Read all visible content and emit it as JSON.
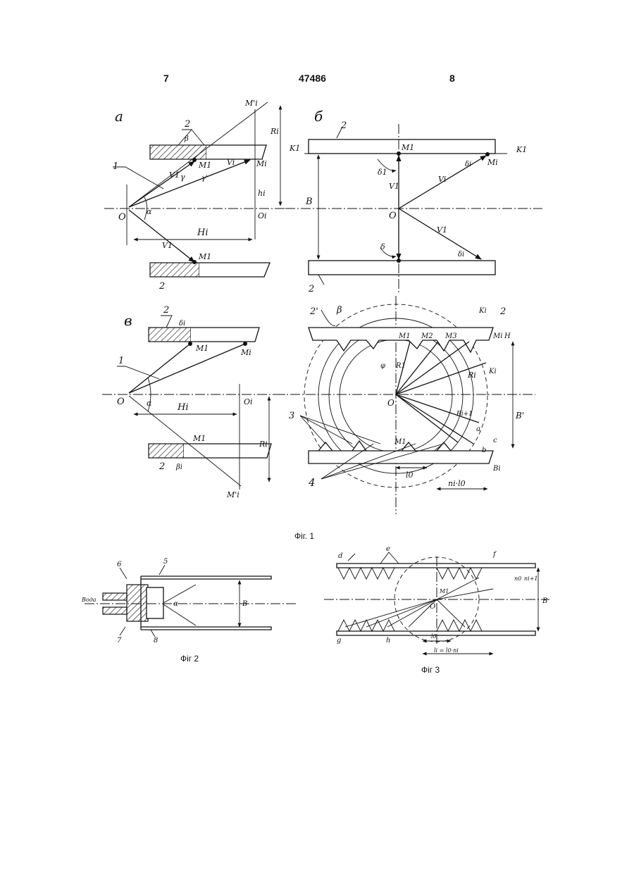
{
  "header": {
    "left_page": "7",
    "patent_number": "47486",
    "right_page": "8"
  },
  "captions": {
    "fig1": "Фіг. 1",
    "fig2": "Фіг 2",
    "fig3": "Фіг 3"
  },
  "fig1": {
    "panel_a": {
      "panel_letter": "a",
      "labels": {
        "part1": "1",
        "part2_top": "2",
        "part2_bottom": "2",
        "origin": "O",
        "origin_i": "Oi",
        "M1_top": "M1",
        "Mi": "Mi",
        "Mi_prime": "M'i",
        "M1_bottom": "M1",
        "V1_upper": "V1",
        "Vi": "Vi",
        "V1_lower": "V1",
        "Ri": "Ri",
        "Hi_vert": "hi",
        "Hi": "Hi",
        "alpha": "α",
        "gamma": "γ",
        "gamma_prime": "γ'",
        "beta": "β"
      }
    },
    "panel_b": {
      "panel_letter": "б",
      "labels": {
        "part2_top": "2",
        "part2_bottom": "2",
        "K1_left": "K1",
        "K1_right": "K1",
        "M1": "M1",
        "Mi": "Mi",
        "origin": "O",
        "B": "B",
        "V1_up": "V1",
        "Vi": "Vi",
        "V1_down": "V1",
        "delta1": "δ1",
        "delta_i_top": "δi",
        "delta": "δ",
        "delta_i_bottom": "δi"
      }
    },
    "panel_c": {
      "panel_letter": "в",
      "labels": {
        "part1": "1",
        "part2_top": "2",
        "part2_bottom": "2",
        "origin": "O",
        "origin_i": "Oi",
        "M1_top": "M1",
        "Mi_top": "Mi",
        "M1_bottom": "M1",
        "Mi_prime": "M'i",
        "Hi": "Hi",
        "Ri": "Ri",
        "alpha": "α",
        "delta_top": "δi",
        "beta_bottom": "βi"
      }
    },
    "panel_d": {
      "labels": {
        "part2_left": "2'",
        "part2_right": "2",
        "beta": "β",
        "part3": "3",
        "part4": "4",
        "M1": "M1",
        "M2": "M2",
        "M3": "M3",
        "Mi": "Mi",
        "Ki_top": "Ki",
        "Ki_side": "Ki",
        "R1": "R1",
        "Ri": "Ri",
        "Ri1": "Ri+1",
        "origin": "O",
        "M1_bottom": "M1",
        "l0": "l0",
        "nl0": "ni·l0",
        "B": "B'",
        "H": "H",
        "a": "a",
        "b": "b",
        "c": "c",
        "Bi": "Bi",
        "phi": "φ"
      }
    }
  },
  "fig2": {
    "labels": {
      "part5": "5",
      "part6": "6",
      "part7": "7",
      "part8": "8",
      "inlet": "Вода",
      "B": "B",
      "alpha": "α"
    }
  },
  "fig3": {
    "labels": {
      "d": "d",
      "e": "e",
      "f": "f",
      "g": "g",
      "h": "h",
      "origin": "O",
      "B": "B",
      "n0": "n0",
      "n1": "ni+1",
      "l0": "l0",
      "li": "li = l0·ni",
      "M": "M1"
    }
  },
  "colors": {
    "ink": "#111111",
    "paper": "#ffffff"
  }
}
